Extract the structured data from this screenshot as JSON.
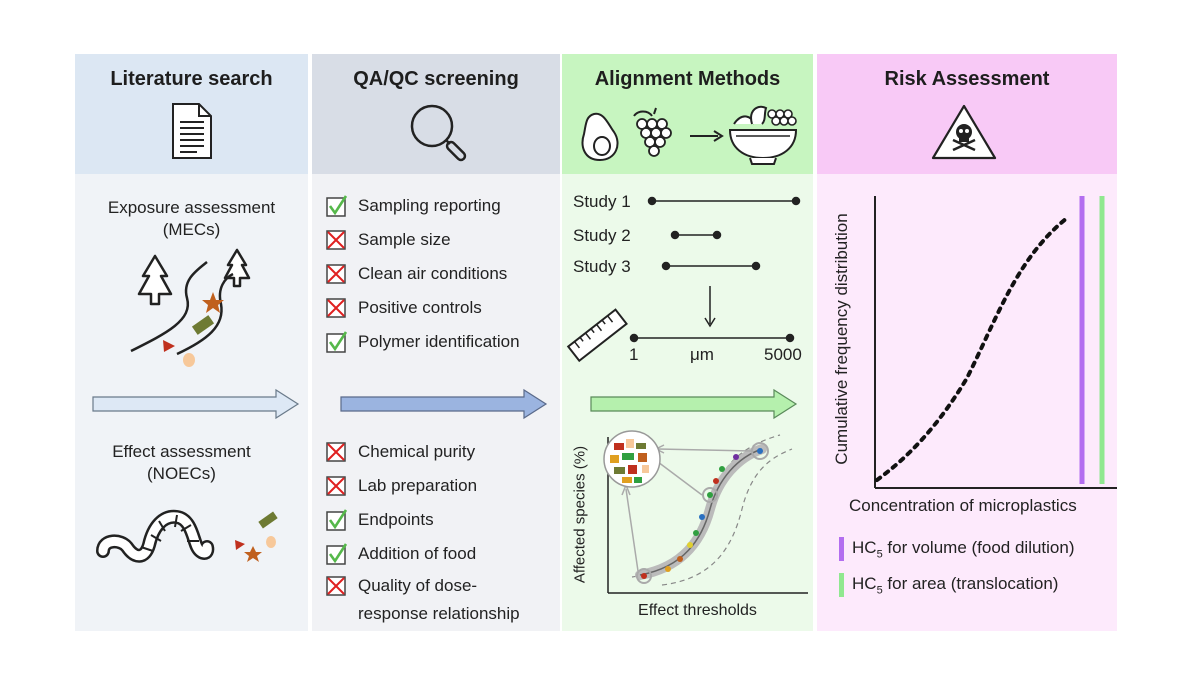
{
  "columns": {
    "literature": {
      "title": "Literature search",
      "exposure_line1": "Exposure assessment",
      "exposure_line2": "(MECs)",
      "effect_line1": "Effect assessment",
      "effect_line2": "(NOECs)",
      "header_color": "#dce7f3"
    },
    "qaqc": {
      "title": "QA/QC screening",
      "header_color": "#d8dde6",
      "top_items": [
        {
          "label": "Sampling reporting",
          "status": "check"
        },
        {
          "label": "Sample size",
          "status": "cross"
        },
        {
          "label": "Clean air conditions",
          "status": "cross"
        },
        {
          "label": "Positive controls",
          "status": "cross"
        },
        {
          "label": "Polymer identification",
          "status": "check"
        }
      ],
      "bottom_items": [
        {
          "label": "Chemical purity",
          "status": "cross"
        },
        {
          "label": "Lab preparation",
          "status": "cross"
        },
        {
          "label": "Endpoints",
          "status": "check"
        },
        {
          "label": "Addition of food",
          "status": "check"
        },
        {
          "label": "Quality of dose-",
          "status": "cross"
        }
      ],
      "last_item_line2": "response relationship"
    },
    "alignment": {
      "title": "Alignment Methods",
      "header_color": "#c7f5c0",
      "studies": [
        "Study 1",
        "Study 2",
        "Study 3"
      ],
      "scale_min": "1",
      "scale_unit": "μm",
      "scale_max": "5000",
      "ssd_ylabel": "Affected species (%)",
      "ssd_xlabel": "Effect thresholds"
    },
    "risk": {
      "title": "Risk Assessment",
      "header_color": "#f8c9f6",
      "ylabel": "Cumulative frequency distribution",
      "xlabel": "Concentration of microplastics",
      "legend": [
        {
          "prefix": "HC",
          "sub": "5",
          "suffix": " for volume (food dilution)",
          "color": "#b36ef0"
        },
        {
          "prefix": "HC",
          "sub": "5",
          "suffix": " for area (translocation)",
          "color": "#90e890"
        }
      ]
    }
  },
  "icons": [
    "document-icon",
    "magnifier-icon",
    "avocado-icon",
    "grapes-icon",
    "fruit-bowl-icon",
    "hazard-skull-icon",
    "river-trees-icon",
    "worm-icon",
    "ruler-icon"
  ]
}
